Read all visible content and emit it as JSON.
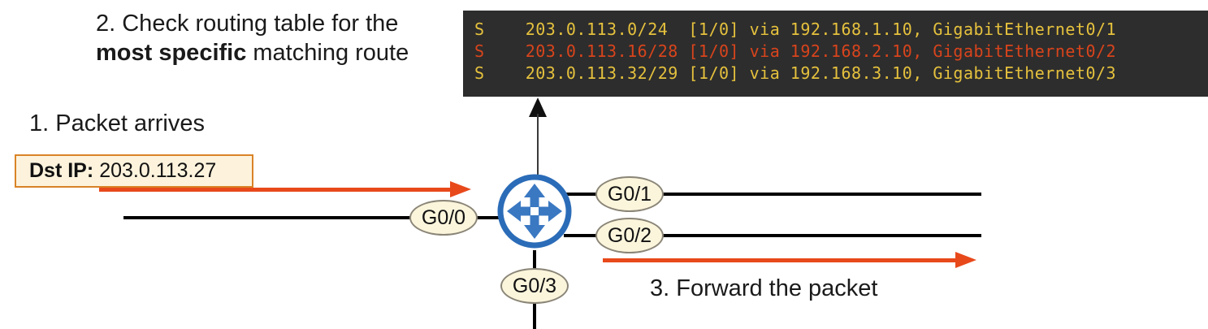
{
  "steps": {
    "step1": "1. Packet arrives",
    "step2_line1": "2. Check routing table for the",
    "step2_bold": "most specific",
    "step2_tail": " matching route",
    "step3": "3. Forward the packet"
  },
  "packet": {
    "label": "Dst IP:",
    "value": "203.0.113.27"
  },
  "routing_table": {
    "rows": [
      {
        "code": "S",
        "prefix": "203.0.113.0/24",
        "metric": "[1/0]",
        "via_kw": "via",
        "next_hop": "192.168.1.10,",
        "interface": "GigabitEthernet0/1",
        "text": "S    203.0.113.0/24  [1/0] via 192.168.1.10, GigabitEthernet0/1",
        "highlighted": false
      },
      {
        "code": "S",
        "prefix": "203.0.113.16/28",
        "metric": "[1/0]",
        "via_kw": "via",
        "next_hop": "192.168.2.10,",
        "interface": "GigabitEthernet0/2",
        "text": "S    203.0.113.16/28 [1/0] via 192.168.2.10, GigabitEthernet0/2",
        "highlighted": true
      },
      {
        "code": "S",
        "prefix": "203.0.113.32/29",
        "metric": "[1/0]",
        "via_kw": "via",
        "next_hop": "192.168.3.10,",
        "interface": "GigabitEthernet0/3",
        "text": "S    203.0.113.32/29 [1/0] via 192.168.3.10, GigabitEthernet0/3",
        "highlighted": false
      }
    ]
  },
  "interfaces": {
    "g0_0": "G0/0",
    "g0_1": "G0/1",
    "g0_2": "G0/2",
    "g0_3": "G0/3"
  },
  "device": {
    "name": "router"
  },
  "colors": {
    "table_background": "#2d2d2d",
    "table_text": "#e5c13d",
    "table_match_text": "#d8441c",
    "arrow_orange": "#e8491b",
    "router_blue": "#2b6cb8",
    "box_fill": "#fdf3dd",
    "box_border": "#d98327",
    "iface_fill": "#fbf5dc",
    "iface_border": "#8a8577",
    "link_black": "#000000"
  }
}
